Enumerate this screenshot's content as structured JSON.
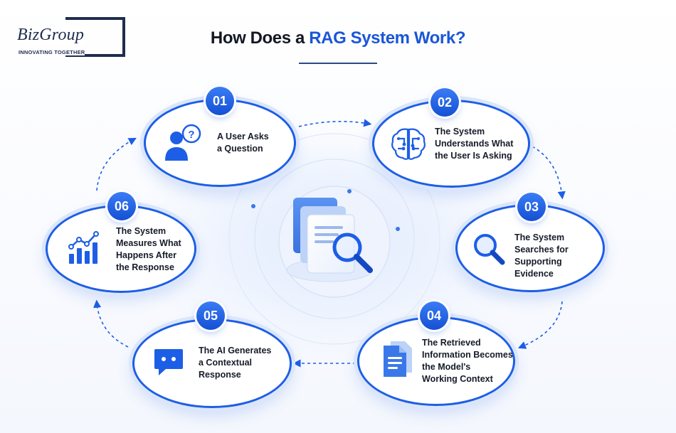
{
  "brand": {
    "name": "BizGroup",
    "tagline": "INNOVATING TOGETHER"
  },
  "header": {
    "title_prefix": "How Does a ",
    "title_accent": "RAG System Work?"
  },
  "colors": {
    "accent": "#1a56d6",
    "node_border": "#1d5ee6",
    "badge": "#1450d4",
    "navy": "#1f2d4e"
  },
  "steps": [
    {
      "number": "01",
      "icon": "user-question-icon",
      "lines": [
        "A User Asks",
        "a Question"
      ]
    },
    {
      "number": "02",
      "icon": "brain-circuit-icon",
      "lines": [
        "The System",
        "Understands What",
        "the User Is Asking"
      ]
    },
    {
      "number": "03",
      "icon": "magnifier-icon",
      "lines": [
        "The System",
        "Searches for",
        "Supporting Evidence"
      ]
    },
    {
      "number": "04",
      "icon": "documents-icon",
      "lines": [
        "The Retrieved",
        "Information Becomes",
        "the Model's",
        "Working Context"
      ]
    },
    {
      "number": "05",
      "icon": "chat-bubble-icon",
      "lines": [
        "The AI Generates",
        "a Contextual",
        "Response"
      ]
    },
    {
      "number": "06",
      "icon": "growth-chart-icon",
      "lines": [
        "The System",
        "Measures What",
        "Happens After",
        "the Response"
      ]
    }
  ],
  "center": {
    "icon": "document-search-icon"
  }
}
